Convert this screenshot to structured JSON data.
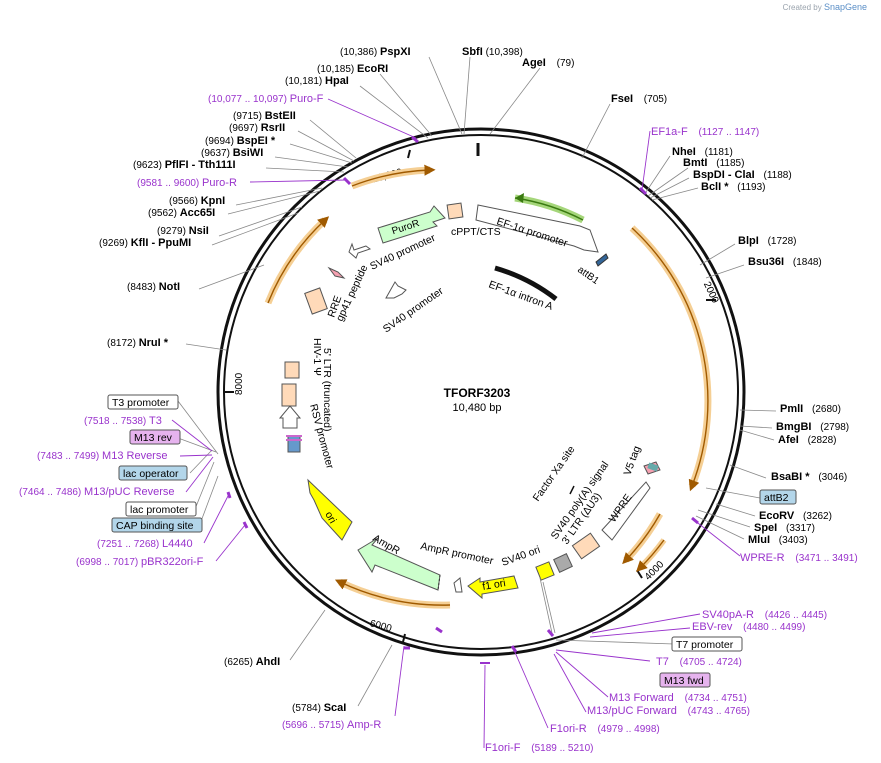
{
  "credit": {
    "created_by": "Created by",
    "brand": "SnapGene"
  },
  "plasmid": {
    "name": "TFORF3203",
    "size": "10,480 bp"
  },
  "colors": {
    "enzyme": "#000000",
    "primer": "#9933cc",
    "leader": "#888888",
    "orangeGlow": "#f2c98a",
    "orangeArrow": "#a05a00",
    "green": "#55aa22",
    "yellow": "#ffff00",
    "ampr": "#ccffcc",
    "peach": "#ffdab9"
  },
  "ticks": [
    {
      "label": "10,000"
    },
    {
      "label": "2000"
    },
    {
      "label": "4000"
    },
    {
      "label": "6000"
    },
    {
      "label": "8000"
    }
  ],
  "enzymes_top": [
    {
      "site": "(10,386)",
      "name": "PspXI"
    },
    {
      "site": "(10,185)",
      "name": "EcoRI"
    },
    {
      "site": "(10,181)",
      "name": "HpaI"
    },
    {
      "site": "(9715)",
      "name": "BstEII"
    },
    {
      "site": "(9697)",
      "name": "RsrII"
    },
    {
      "site": "(9694)",
      "name": "BspEI *"
    },
    {
      "site": "(9637)",
      "name": "BsiWI"
    },
    {
      "site": "(9623)",
      "name": "PflFI - Tth111I"
    },
    {
      "site": "(9566)",
      "name": "KpnI"
    },
    {
      "site": "(9562)",
      "name": "Acc65I"
    },
    {
      "site": "(9279)",
      "name": "NsiI"
    },
    {
      "site": "(9269)",
      "name": "KflI - PpuMI"
    },
    {
      "site": "(8483)",
      "name": "NotI"
    },
    {
      "site": "(8172)",
      "name": "NruI *"
    }
  ],
  "enzymes_right": [
    {
      "name": "SbfI",
      "site": "(10,398)"
    },
    {
      "name": "AgeI",
      "site": "(79)"
    },
    {
      "name": "FseI",
      "site": "(705)"
    },
    {
      "name": "NheI",
      "site": "(1181)"
    },
    {
      "name": "BmtI",
      "site": "(1185)"
    },
    {
      "name": "BspDI - ClaI",
      "site": "(1188)"
    },
    {
      "name": "BclI *",
      "site": "(1193)"
    },
    {
      "name": "BlpI",
      "site": "(1728)"
    },
    {
      "name": "Bsu36I",
      "site": "(1848)"
    },
    {
      "name": "PmlI",
      "site": "(2680)"
    },
    {
      "name": "BmgBI",
      "site": "(2798)"
    },
    {
      "name": "AfeI",
      "site": "(2828)"
    },
    {
      "name": "BsaBI *",
      "site": "(3046)"
    },
    {
      "name": "EcoRV",
      "site": "(3262)"
    },
    {
      "name": "SpeI",
      "site": "(3317)"
    },
    {
      "name": "MluI",
      "site": "(3403)"
    }
  ],
  "enzymes_bottom": [
    {
      "site": "(6265)",
      "name": "AhdI"
    },
    {
      "site": "(5784)",
      "name": "ScaI"
    }
  ],
  "primers": [
    {
      "name": "Puro-F",
      "site": "(10,077 .. 10,097)"
    },
    {
      "name": "Puro-R",
      "site": "(9581 .. 9600)"
    },
    {
      "name": "EF1a-F",
      "site": "(1127 .. 1147)"
    },
    {
      "name": "T3",
      "site": "(7518 .. 7538)"
    },
    {
      "name": "M13 Reverse",
      "site": "(7483 .. 7499)"
    },
    {
      "name": "M13/pUC Reverse",
      "site": "(7464 .. 7486)"
    },
    {
      "name": "L4440",
      "site": "(7251 .. 7268)"
    },
    {
      "name": "pBR322ori-F",
      "site": "(6998 .. 7017)"
    },
    {
      "name": "WPRE-R",
      "site": "(3471 .. 3491)"
    },
    {
      "name": "SV40pA-R",
      "site": "(4426 .. 4445)"
    },
    {
      "name": "EBV-rev",
      "site": "(4480 .. 4499)"
    },
    {
      "name": "T7",
      "site": "(4705 .. 4724)"
    },
    {
      "name": "M13 Forward",
      "site": "(4734 .. 4751)"
    },
    {
      "name": "M13/pUC Forward",
      "site": "(4743 .. 4765)"
    },
    {
      "name": "F1ori-R",
      "site": "(4979 .. 4998)"
    },
    {
      "name": "F1ori-F",
      "site": "(5189 .. 5210)"
    },
    {
      "name": "Amp-R",
      "site": "(5696 .. 5715)"
    }
  ],
  "boxes": [
    {
      "label": "T3 promoter",
      "kind": "plain"
    },
    {
      "label": "M13 rev",
      "kind": "pink"
    },
    {
      "label": "lac operator",
      "kind": "blue"
    },
    {
      "label": "lac promoter",
      "kind": "plain"
    },
    {
      "label": "CAP binding site",
      "kind": "blue"
    },
    {
      "label": "attB2",
      "kind": "blue"
    },
    {
      "label": "T7 promoter",
      "kind": "plain"
    },
    {
      "label": "M13 fwd",
      "kind": "pink"
    }
  ],
  "features": [
    {
      "label": "PuroR"
    },
    {
      "label": "SV40 promoter"
    },
    {
      "label": "cPPT/CTS"
    },
    {
      "label": "EF-1α promoter"
    },
    {
      "label": "attB1"
    },
    {
      "label": "EF-1α intron A"
    },
    {
      "label": "SV40 promoter"
    },
    {
      "label": "gp41 peptide"
    },
    {
      "label": "RRE"
    },
    {
      "label": "HIV-1 Ψ"
    },
    {
      "label": "5' LTR (truncated)"
    },
    {
      "label": "RSV promoter"
    },
    {
      "label": "ori"
    },
    {
      "label": "AmpR"
    },
    {
      "label": "AmpR promoter"
    },
    {
      "label": "f1 ori"
    },
    {
      "label": "SV40 ori"
    },
    {
      "label": "SV40 poly(A) signal"
    },
    {
      "label": "3' LTR (ΔU3)"
    },
    {
      "label": "WPRE"
    },
    {
      "label": "V5 tag"
    },
    {
      "label": "Factor Xa site"
    }
  ]
}
